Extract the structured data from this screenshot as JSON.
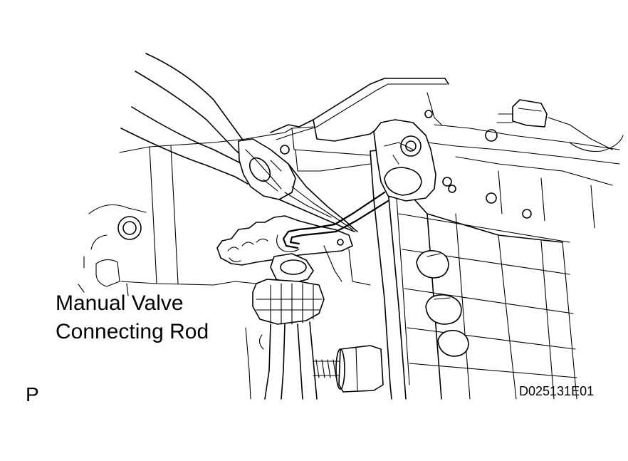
{
  "callout": {
    "line1": "Manual Valve",
    "line2": "Connecting Rod"
  },
  "corner_mark": "P",
  "figure_code": "D025131E01"
}
